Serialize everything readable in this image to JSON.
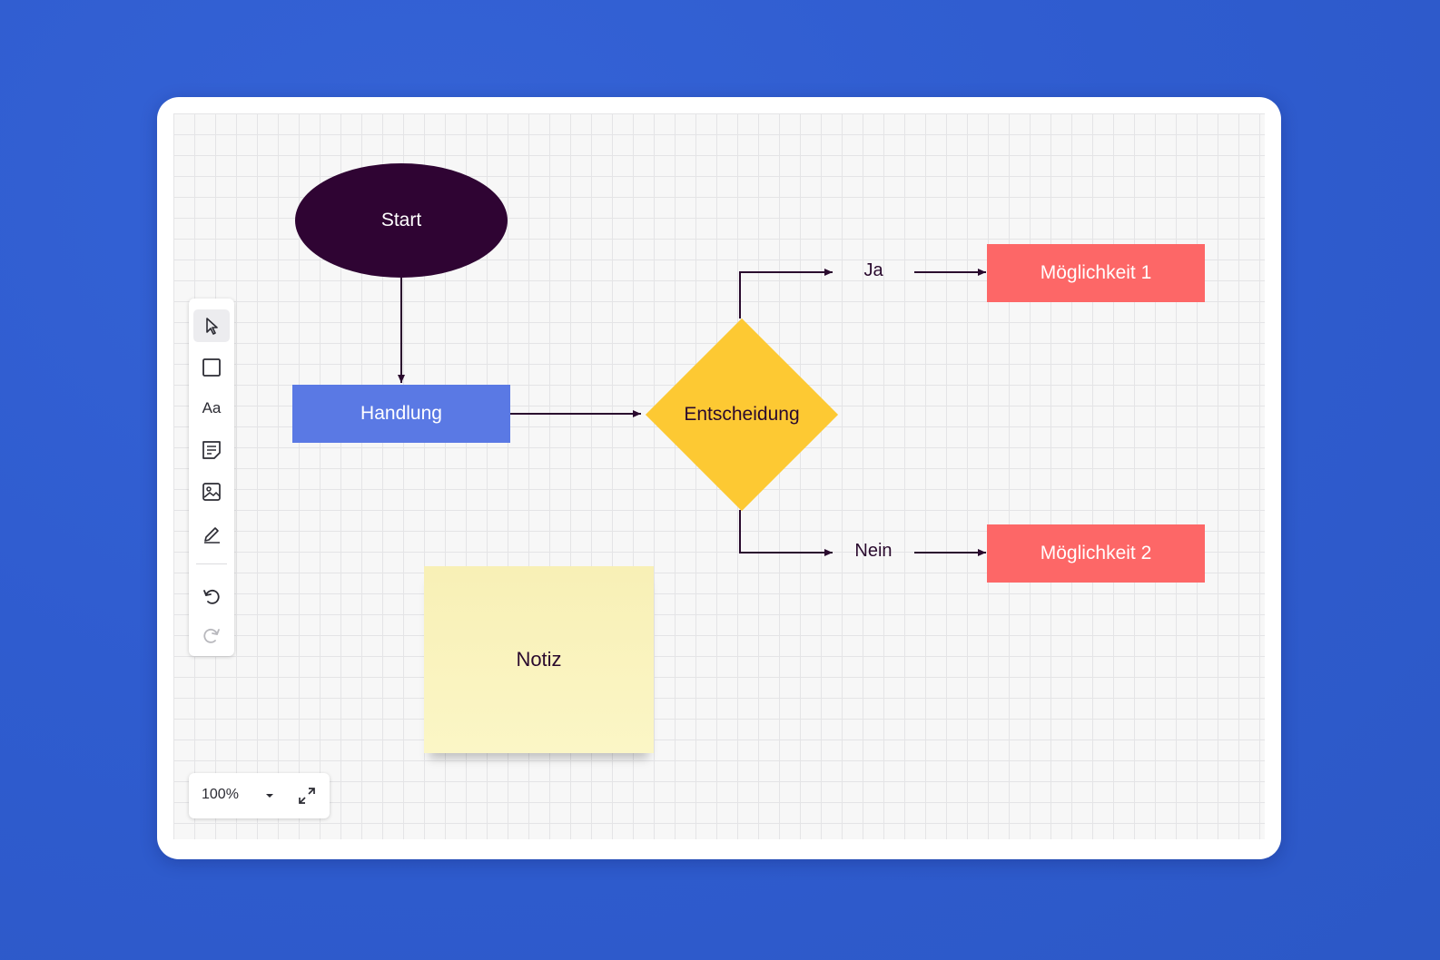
{
  "diagram": {
    "start_label": "Start",
    "action_label": "Handlung",
    "decision_label": "Entscheidung",
    "yes_label": "Ja",
    "no_label": "Nein",
    "option1_label": "Möglichkeit 1",
    "option2_label": "Möglichkeit 2",
    "note_label": "Notiz"
  },
  "colors": {
    "start": "#2f0433",
    "action": "#5a79e4",
    "decision": "#fdc933",
    "option": "#fd6767",
    "note": "#f9f3bd",
    "background": "#2f5ccf"
  },
  "toolbar": {
    "tools": [
      {
        "icon": "cursor-icon",
        "active": true
      },
      {
        "icon": "rectangle-icon"
      },
      {
        "icon": "text-icon",
        "label": "Aa"
      },
      {
        "icon": "sticky-note-icon"
      },
      {
        "icon": "image-icon"
      },
      {
        "icon": "pen-icon"
      },
      {
        "icon": "undo-icon"
      },
      {
        "icon": "redo-icon",
        "disabled": true
      }
    ],
    "text_tool_label": "Aa"
  },
  "zoom": {
    "value": "100%",
    "dropdown_icon": "caret-down-icon",
    "expand_icon": "expand-icon"
  }
}
